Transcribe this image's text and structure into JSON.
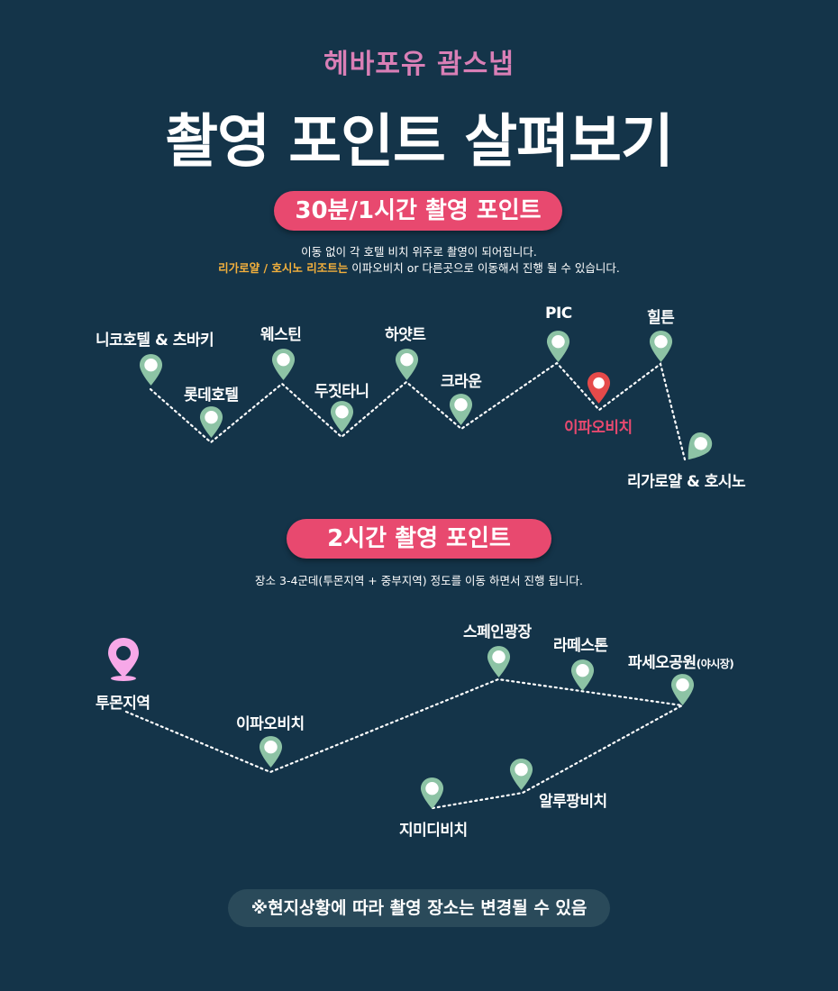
{
  "header": {
    "subtitle": "헤바포유 괌스냅",
    "title": "촬영 포인트 살펴보기"
  },
  "section1": {
    "pill": "30분/1시간 촬영 포인트",
    "desc_line1": "이동 없이 각 호텔 비치 위주로 촬영이 되어집니다.",
    "desc_line2_highlight": "리가로얄 / 호시노 리조트는",
    "desc_line2_rest": " 이파오비치 or 다른곳으로 이동해서 진행 될 수 있습니다.",
    "locations": [
      "니코호텔 & 츠바키",
      "롯데호텔",
      "웨스틴",
      "두짓타니",
      "하얏트",
      "크라운",
      "PIC",
      "이파오비치",
      "힐튼",
      "리가로얄 & 호시노"
    ]
  },
  "section2": {
    "pill": "2시간 촬영 포인트",
    "desc": "장소 3-4군데(투몬지역 + 중부지역) 정도를 이동 하면서 진행 됩니다.",
    "locations": [
      "투몬지역",
      "이파오비치",
      "스페인광장",
      "라떼스톤",
      "파세오공원",
      "(야시장)",
      "알루팡비치",
      "지미디비치"
    ]
  },
  "footer": {
    "note": "※현지상황에 따라 촬영 장소는 변경될 수 있음"
  },
  "colors": {
    "background": "#143449",
    "accent_pink": "#e8496f",
    "pin_green": "#8dc3a5",
    "pin_red": "#e54a4a",
    "pin_pink": "#f7a8e8",
    "subtitle_pink": "#d97fb6",
    "highlight_orange": "#f3b03c"
  },
  "icons": {
    "pin": "map-pin-icon",
    "start_pin": "location-pin-icon"
  }
}
